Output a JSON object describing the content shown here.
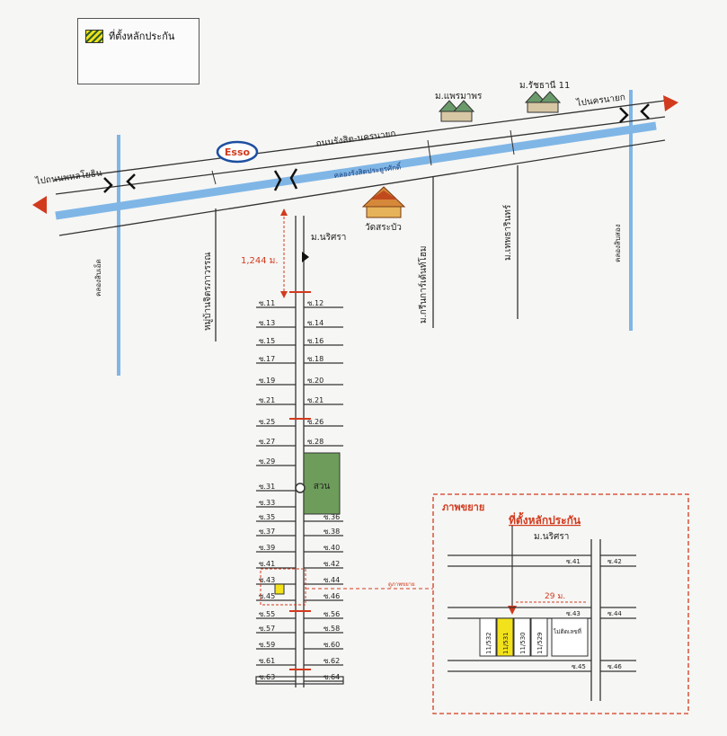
{
  "legend": {
    "label": "ที่ตั้งหลักประกัน"
  },
  "roads": {
    "main": "ถนนรังสิต-นครนายก",
    "canal_main": "คลองรังสิตประยูรศักดิ์",
    "left_direction": "ไปถนนพหลโยธิน",
    "right_direction": "ไปนครนายก",
    "canal_left": "คลองสิบเอ็ด",
    "canal_right": "คลองสิบสอง",
    "village_a": "หมู่บ้านจิตรภาวรรณ",
    "village_b": "ม.กรีนการ์เด้นท์โฮม",
    "village_c": "ม.เทพธารินทร์",
    "house_1": "ม.แพรมาพร",
    "house_2": "ม.รัชธานี 11",
    "temple": "วัดสระบัว",
    "project": "ม.นริศรา",
    "distance": "1,244 ม.",
    "esso": "Esso",
    "park": "สวน"
  },
  "soi_left": [
    "ซ.11",
    "ซ.13",
    "ซ.15",
    "ซ.17",
    "ซ.19",
    "ซ.21",
    "ซ.25",
    "ซ.27",
    "ซ.29",
    "ซ.31",
    "ซ.33",
    "ซ.35",
    "ซ.37",
    "ซ.39",
    "ซ.41",
    "ซ.43",
    "ซ.45",
    "ซ.55",
    "ซ.57",
    "ซ.59",
    "ซ.61",
    "ซ.63"
  ],
  "soi_right": [
    "ซ.12",
    "ซ.14",
    "ซ.16",
    "ซ.18",
    "ซ.20",
    "ซ.21",
    "ซ.26",
    "ซ.28",
    "ซ.36",
    "ซ.38",
    "ซ.40",
    "ซ.42",
    "ซ.44",
    "ซ.46",
    "ซ.56",
    "ซ.58",
    "ซ.60",
    "ซ.62",
    "ซ.64"
  ],
  "enlarge_small_label": "ดูภาพขยาย",
  "inset": {
    "title": "ภาพขยาย",
    "target": "ที่ตั้งหลักประกัน",
    "project": "ม.นริศรา",
    "distance": "29 ม.",
    "soi_41": "ซ.41",
    "soi_42": "ซ.42",
    "soi_43": "ซ.43",
    "soi_44": "ซ.44",
    "soi_45": "ซ.45",
    "soi_46": "ซ.46",
    "plots": [
      "11/532",
      "11/531",
      "11/530",
      "11/529"
    ],
    "empty_plot": "ไม่ติดเลขที่"
  },
  "colors": {
    "canal": "#7fb6e6",
    "accent": "#d23a1e",
    "park": "#6e9d5b",
    "road": "#333333"
  }
}
